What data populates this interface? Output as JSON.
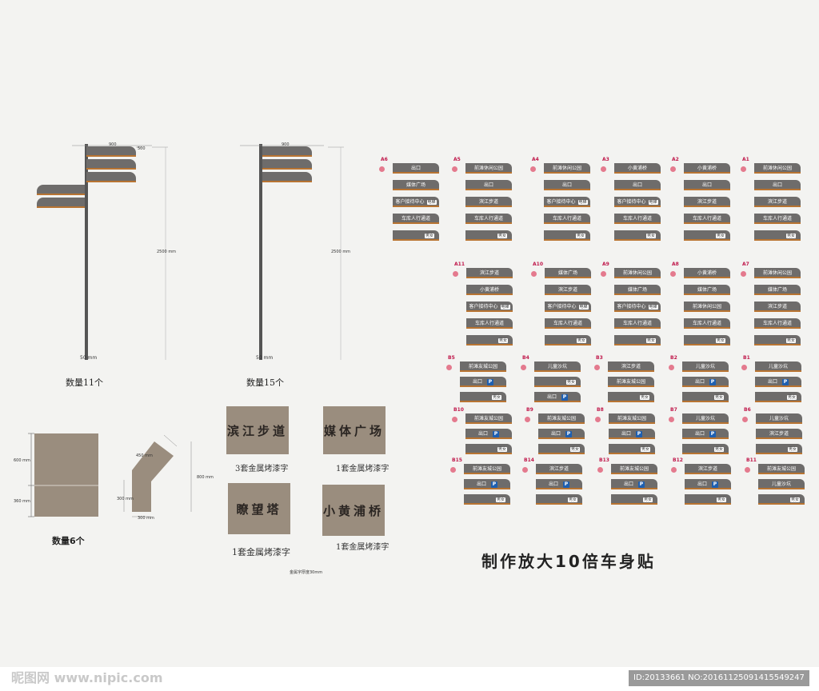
{
  "posts": {
    "left": {
      "qty": "数量11个",
      "height": "2500 mm",
      "width": "50 mm",
      "top_dims": [
        "900",
        "500"
      ]
    },
    "right": {
      "qty": "数量15个",
      "height": "2500 mm",
      "width": "50 mm",
      "top_dims": [
        "900"
      ]
    }
  },
  "panel": {
    "dim_top": "600 mm",
    "dim_bottom": "360 mm",
    "qty": "数量6个"
  },
  "bent": {
    "dim_a": "450 mm",
    "dim_b": "300 mm",
    "dim_c": "300 mm",
    "dim_d": "800 mm"
  },
  "plaques": [
    {
      "text": "滨江步道",
      "caption": "3套金属烤漆字"
    },
    {
      "text": "媒体广场",
      "caption": "1套金属烤漆字"
    },
    {
      "text": "瞭望塔",
      "caption": "1套金属烤漆字"
    },
    {
      "text": "小黄浦桥",
      "caption": "1套金属烤漆字"
    }
  ],
  "thickness_note": "金属字厚度30mm",
  "title": "制作放大10倍车身贴",
  "watermark": {
    "left": "昵图网 www.nipic.com",
    "right": "ID:20133661 NO:20161125091415549247"
  },
  "row1": [
    {
      "id": "A6",
      "signs": [
        "出口",
        "媒体广场",
        "客户接待中心",
        "车库人行通道",
        ""
      ]
    },
    {
      "id": "A5",
      "signs": [
        "前滩休闲公园",
        "出口",
        "滨江步道",
        "车库人行通道",
        ""
      ]
    },
    {
      "id": "A4",
      "signs": [
        "前滩休闲公园",
        "出口",
        "客户接待中心",
        "车库人行通道",
        ""
      ]
    },
    {
      "id": "A3",
      "signs": [
        "小黄浦桥",
        "出口",
        "客户接待中心",
        "车库人行通道",
        ""
      ]
    },
    {
      "id": "A2",
      "signs": [
        "小黄浦桥",
        "出口",
        "滨江步道",
        "车库人行通道",
        ""
      ]
    },
    {
      "id": "A1",
      "signs": [
        "前滩休闲公园",
        "出口",
        "滨江步道",
        "车库人行通道",
        ""
      ]
    }
  ],
  "row2": [
    {
      "id": "A11",
      "signs": [
        "滨江步道",
        "小黄浦桥",
        "客户接待中心",
        "车库人行通道",
        ""
      ]
    },
    {
      "id": "A10",
      "signs": [
        "媒体广场",
        "滨江步道",
        "客户接待中心",
        "车库人行通道",
        ""
      ]
    },
    {
      "id": "A9",
      "signs": [
        "前滩休闲公园",
        "媒体广场",
        "客户接待中心",
        "车库人行通道",
        ""
      ]
    },
    {
      "id": "A8",
      "signs": [
        "小黄浦桥",
        "媒体广场",
        "前滩休闲公园",
        "车库人行通道",
        ""
      ]
    },
    {
      "id": "A7",
      "signs": [
        "前滩休闲公园",
        "媒体广场",
        "滨江步道",
        "车库人行通道",
        ""
      ]
    }
  ],
  "row3": [
    {
      "id": "B5",
      "signs": [
        "前滩友城公园",
        "出口",
        ""
      ]
    },
    {
      "id": "B4",
      "signs": [
        "儿童沙坑",
        "",
        "出口"
      ]
    },
    {
      "id": "B3",
      "signs": [
        "滨江步道",
        "前滩友城公园",
        ""
      ]
    },
    {
      "id": "B2",
      "signs": [
        "儿童沙坑",
        "出口",
        ""
      ]
    },
    {
      "id": "B1",
      "signs": [
        "儿童沙坑",
        "出口",
        ""
      ]
    }
  ],
  "row4": [
    {
      "id": "B10",
      "signs": [
        "前滩友城公园",
        "出口",
        ""
      ]
    },
    {
      "id": "B9",
      "signs": [
        "前滩友城公园",
        "出口",
        ""
      ]
    },
    {
      "id": "B8",
      "signs": [
        "前滩友城公园",
        "出口",
        ""
      ]
    },
    {
      "id": "B7",
      "signs": [
        "儿童沙坑",
        "出口",
        ""
      ]
    },
    {
      "id": "B6",
      "signs": [
        "儿童沙坑",
        "滨江步道",
        ""
      ]
    }
  ],
  "row5": [
    {
      "id": "B15",
      "signs": [
        "前滩友城公园",
        "出口",
        ""
      ]
    },
    {
      "id": "B14",
      "signs": [
        "滨江步道",
        "出口",
        ""
      ]
    },
    {
      "id": "B13",
      "signs": [
        "前滩友城公园",
        "出口",
        ""
      ]
    },
    {
      "id": "B12",
      "signs": [
        "滨江步道",
        "出口",
        ""
      ]
    },
    {
      "id": "B11",
      "signs": [
        "前滩友城公园",
        "儿童沙坑",
        ""
      ]
    }
  ],
  "icons": {
    "restroom": "男女",
    "parking": "P",
    "elevator": "电梯"
  }
}
